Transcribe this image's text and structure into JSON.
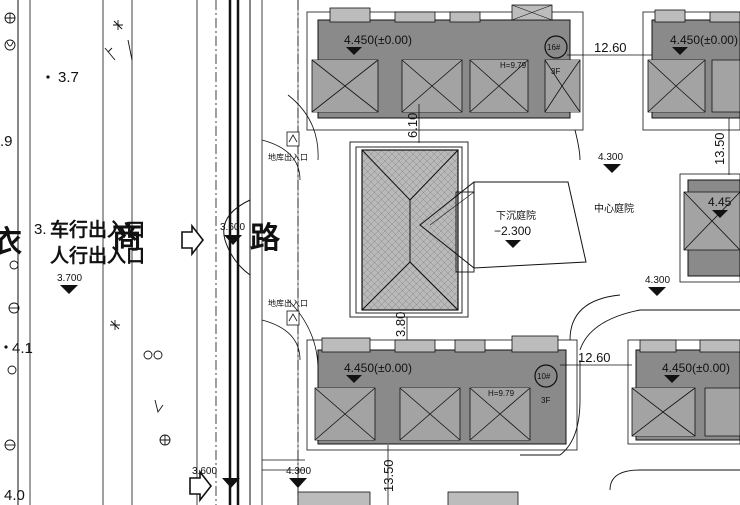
{
  "labels": {
    "road_char": "路",
    "road_char_left": "衣",
    "road_char_mid": "商",
    "vehicle_entry": "车行出入口",
    "pedestrian_entry": "人行出入口",
    "garage_entry": "地库出入口",
    "sunken_courtyard": "下沉庭院",
    "sunken_elevation": "−2.300",
    "central_courtyard": "中心庭院"
  },
  "elevations": {
    "e37": "3.7",
    "e41": "4.1",
    "e40": "4.0",
    "e39": ".9",
    "e3": "3.",
    "e3600a": "3.600",
    "e3700": "3.700",
    "e4300a": "4.300",
    "e4300b": "4.300",
    "e3600b": "3.600",
    "e4300c": "4.300"
  },
  "buildings": {
    "top_left": {
      "floor_elevation": "4.450(±0.00)",
      "height": "H=9.79",
      "number": "16#",
      "floors": "3F"
    },
    "top_right": {
      "floor_elevation": "4.450(±0.00)"
    },
    "bottom_left": {
      "floor_elevation": "4.450(±0.00)",
      "height": "H=9.79",
      "number": "10#",
      "floors": "3F"
    },
    "bottom_right": {
      "floor_elevation": "4.450(±0.00)"
    },
    "right_mid": {
      "floor_elevation": "4.45"
    }
  },
  "dimensions": {
    "d1260_top": "12.60",
    "d1260_bottom": "12.60",
    "d610": "6.10",
    "d1350_right": "13.50",
    "d380": "3.80",
    "d1350_bottom": "13.50"
  },
  "colors": {
    "building_fill": "#8a8a8a",
    "roof_fill": "#a3a3a3",
    "line": "#111111"
  }
}
